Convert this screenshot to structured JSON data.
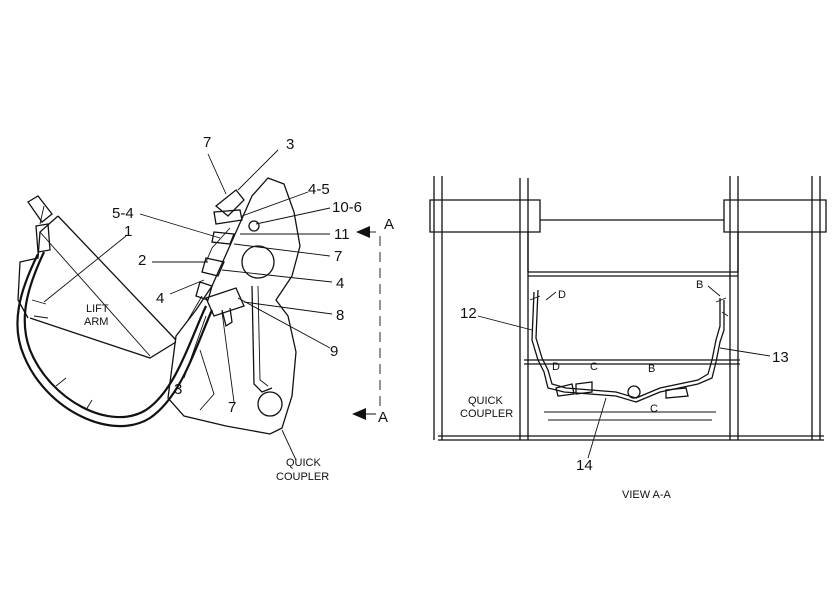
{
  "left_view": {
    "callouts": {
      "c7_top": "7",
      "c3_top": "3",
      "c4_5": "4-5",
      "c10_6": "10-6",
      "c5_4": "5-4",
      "c1": "1",
      "c11": "11",
      "c7_mid": "7",
      "c2": "2",
      "c4_right": "4",
      "c4_left": "4",
      "c8": "8",
      "c9": "9",
      "c3_bottom": "3",
      "c7_bottom": "7"
    },
    "labels": {
      "lift_arm_line1": "LIFT",
      "lift_arm_line2": "ARM",
      "quick_coupler_line1": "QUICK",
      "quick_coupler_line2": "COUPLER"
    },
    "section_marks": {
      "top": "A",
      "bottom": "A"
    }
  },
  "right_view": {
    "callouts": {
      "c12": "12",
      "c13": "13",
      "c14": "14"
    },
    "letters": {
      "d_top": "D",
      "b_top": "B",
      "d_mid": "D",
      "c_mid": "C",
      "b_mid": "B",
      "c_low": "C"
    },
    "labels": {
      "quick_coupler_line1": "QUICK",
      "quick_coupler_line2": "COUPLER"
    },
    "view_caption": "VIEW  A-A"
  }
}
